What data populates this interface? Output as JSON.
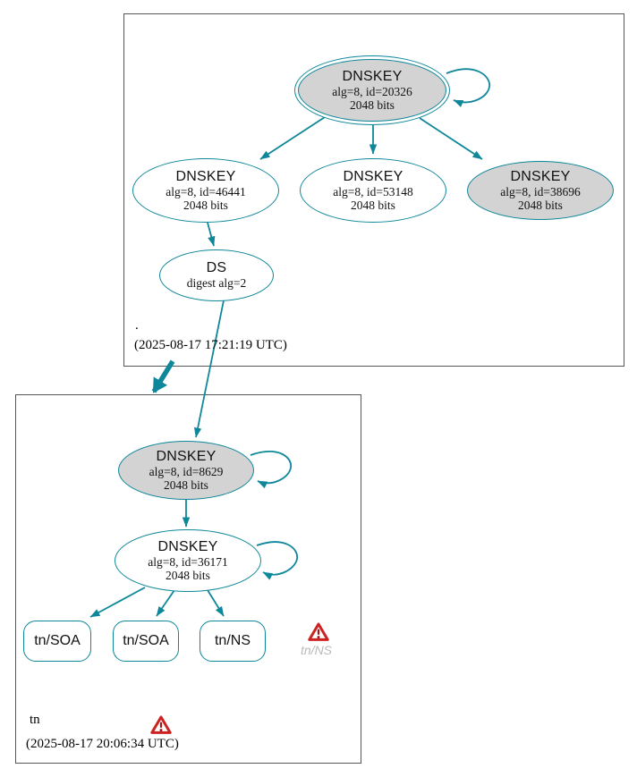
{
  "diagram_type": "dnssec-authentication-chain",
  "colors": {
    "edge_secure": "#0d8799",
    "ksk_fill": "#d3d3d3",
    "node_fill": "#ffffff",
    "zone_box_border": "#555555",
    "warning_red": "#cc2222",
    "muted_text": "#b9b9b9"
  },
  "icons": {
    "warning": "warning-icon (red triangle with exclamation)"
  },
  "zones": {
    "root": {
      "label": ".",
      "timestamp": "(2025-08-17 17:21:19 UTC)",
      "nodes": {
        "ksk": {
          "title": "DNSKEY",
          "detail1": "alg=8, id=20326",
          "detail2": "2048 bits"
        },
        "zsk1": {
          "title": "DNSKEY",
          "detail1": "alg=8, id=46441",
          "detail2": "2048 bits"
        },
        "zsk2": {
          "title": "DNSKEY",
          "detail1": "alg=8, id=53148",
          "detail2": "2048 bits"
        },
        "zsk3": {
          "title": "DNSKEY",
          "detail1": "alg=8, id=38696",
          "detail2": "2048 bits"
        },
        "ds": {
          "title": "DS",
          "detail1": "digest alg=2"
        }
      }
    },
    "tn": {
      "label": "tn",
      "timestamp": "(2025-08-17 20:06:34 UTC)",
      "nodes": {
        "ksk": {
          "title": "DNSKEY",
          "detail1": "alg=8, id=8629",
          "detail2": "2048 bits"
        },
        "zsk": {
          "title": "DNSKEY",
          "detail1": "alg=8, id=36171",
          "detail2": "2048 bits"
        },
        "rrset_soa1": {
          "label": "tn/SOA"
        },
        "rrset_soa2": {
          "label": "tn/SOA"
        },
        "rrset_ns": {
          "label": "tn/NS"
        },
        "missing_ns": {
          "label": "tn/NS"
        }
      }
    }
  }
}
